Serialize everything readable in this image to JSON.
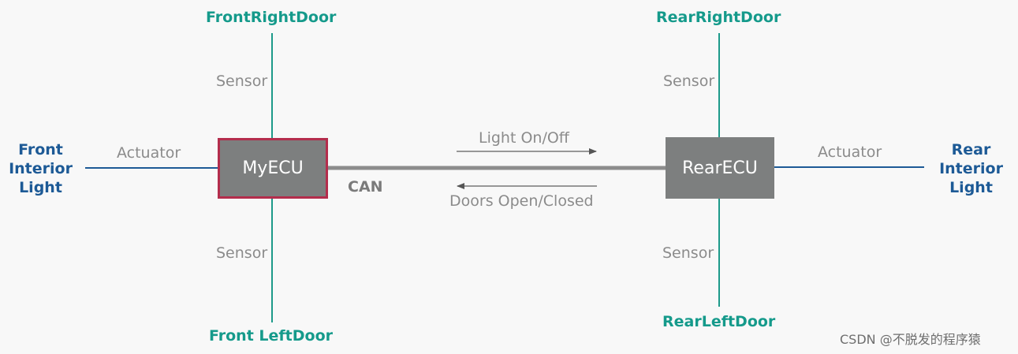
{
  "nodes": {
    "front_right_door": "FrontRightDoor",
    "rear_right_door": "RearRightDoor",
    "front_left_door": "Front LeftDoor",
    "rear_left_door": "RearLeftDoor",
    "front_interior_light": "Front\nInterior\nLight",
    "rear_interior_light": "Rear\nInterior\nLight",
    "my_ecu": "MyECU",
    "rear_ecu": "RearECU"
  },
  "labels": {
    "sensor_front_top": "Sensor",
    "sensor_front_bottom": "Sensor",
    "sensor_rear_top": "Sensor",
    "sensor_rear_bottom": "Sensor",
    "actuator_front": "Actuator",
    "actuator_rear": "Actuator",
    "bus": "CAN",
    "msg_light": "Light On/Off",
    "msg_doors": "Doors Open/Closed"
  },
  "watermark": "CSDN @不脱发的程序猿",
  "colors": {
    "door": "#159a8b",
    "light": "#1d5a96",
    "ecu_fill": "#7d7f7f",
    "my_ecu_border": "#b42d4c",
    "bus": "#8c8c8c"
  }
}
